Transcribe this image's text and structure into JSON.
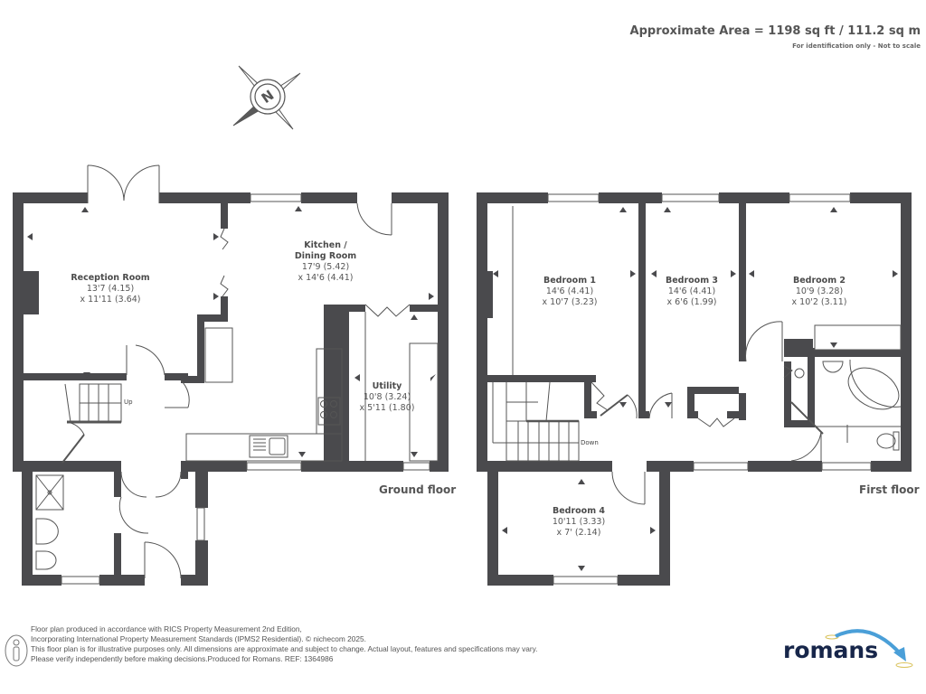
{
  "header": {
    "area_title": "Approximate Area = 1198 sq ft / 111.2 sq m",
    "area_note": "For identification only - Not to scale"
  },
  "compass": {
    "icon": "north-compass-icon",
    "letter": "N"
  },
  "ground_floor": {
    "label": "Ground floor",
    "stairs_label": "Up",
    "rooms": [
      {
        "name": "Reception Room",
        "dim1": "13'7 (4.15)",
        "dim2": "x 11'11 (3.64)"
      },
      {
        "name": "Kitchen /",
        "name2": "Dining Room",
        "dim1": "17'9 (5.42)",
        "dim2": "x 14'6 (4.41)"
      },
      {
        "name": "Utility",
        "dim1": "10'8 (3.24)",
        "dim2": "x 5'11 (1.80)"
      }
    ]
  },
  "first_floor": {
    "label": "First floor",
    "stairs_label": "Down",
    "rooms": [
      {
        "name": "Bedroom 1",
        "dim1": "14'6 (4.41)",
        "dim2": "x 10'7 (3.23)"
      },
      {
        "name": "Bedroom 3",
        "dim1": "14'6 (4.41)",
        "dim2": "x 6'6 (1.99)"
      },
      {
        "name": "Bedroom 2",
        "dim1": "10'9 (3.28)",
        "dim2": "x 10'2 (3.11)"
      },
      {
        "name": "Bedroom 4",
        "dim1": "10'11 (3.33)",
        "dim2": "x 7' (2.14)"
      }
    ]
  },
  "footer": {
    "lines": [
      "Floor plan produced in accordance with RICS Property Measurement 2nd Edition,",
      "Incorporating International Property Measurement Standards (IPMS2 Residential).   © nichecom 2025.",
      "This floor plan is for illustrative purposes only. All dimensions are approximate and subject to change. Actual layout, features and specifications may vary.",
      "Please verify independently before making decisions.Produced for Romans.   REF:  1364986"
    ],
    "icon": "person-info-icon"
  },
  "brand": {
    "logo_text": "romans",
    "accent_color": "#4a9fd8",
    "text_color": "#17264a"
  },
  "colors": {
    "wall": "#4a4a4d",
    "text": "#555555"
  }
}
